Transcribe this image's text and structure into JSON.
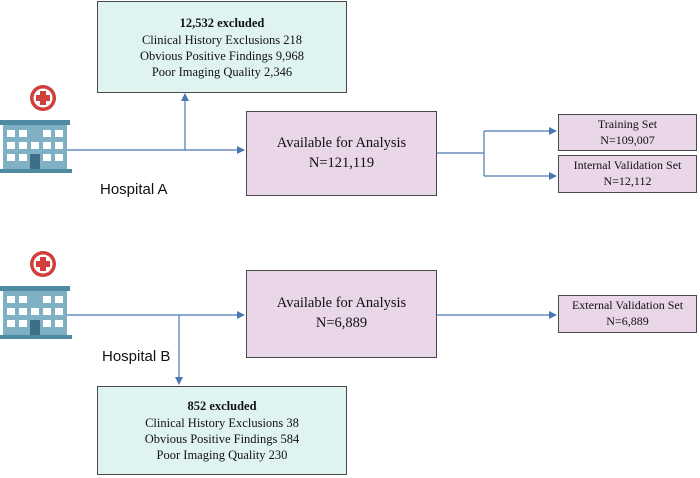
{
  "hospital_a": {
    "label": "Hospital A",
    "excluded": {
      "heading": "12,532 excluded",
      "lines": [
        "Clinical  History  Exclusions  218",
        "Obvious  Positive  Findings  9,968",
        "Poor  Imaging  Quality  2,346"
      ]
    },
    "available": {
      "title": "Available  for  Analysis",
      "count": "N=121,119"
    },
    "training": {
      "title": "Training  Set",
      "count": "N=109,007"
    },
    "internal": {
      "title": "Internal  Validation  Set",
      "count": "N=12,112"
    }
  },
  "hospital_b": {
    "label": "Hospital B",
    "excluded": {
      "heading": "852 excluded",
      "lines": [
        "Clinical  History  Exclusions  38",
        "Obvious  Positive  Findings  584",
        "Poor  Imaging  Quality  230"
      ]
    },
    "available": {
      "title": "Available  for  Analysis",
      "count": "N=6,889"
    },
    "external": {
      "title": "External  Validation  Set",
      "count": "N=6,889"
    }
  },
  "colors": {
    "exclusion_fill": "#dff4f0",
    "analysis_fill": "#ead6e9",
    "arrow": "#4a78b5",
    "building": "#7fb0c4",
    "cross_circle": "#d0403a"
  },
  "icons": [
    "hospital-building-icon",
    "medical-cross-icon"
  ]
}
